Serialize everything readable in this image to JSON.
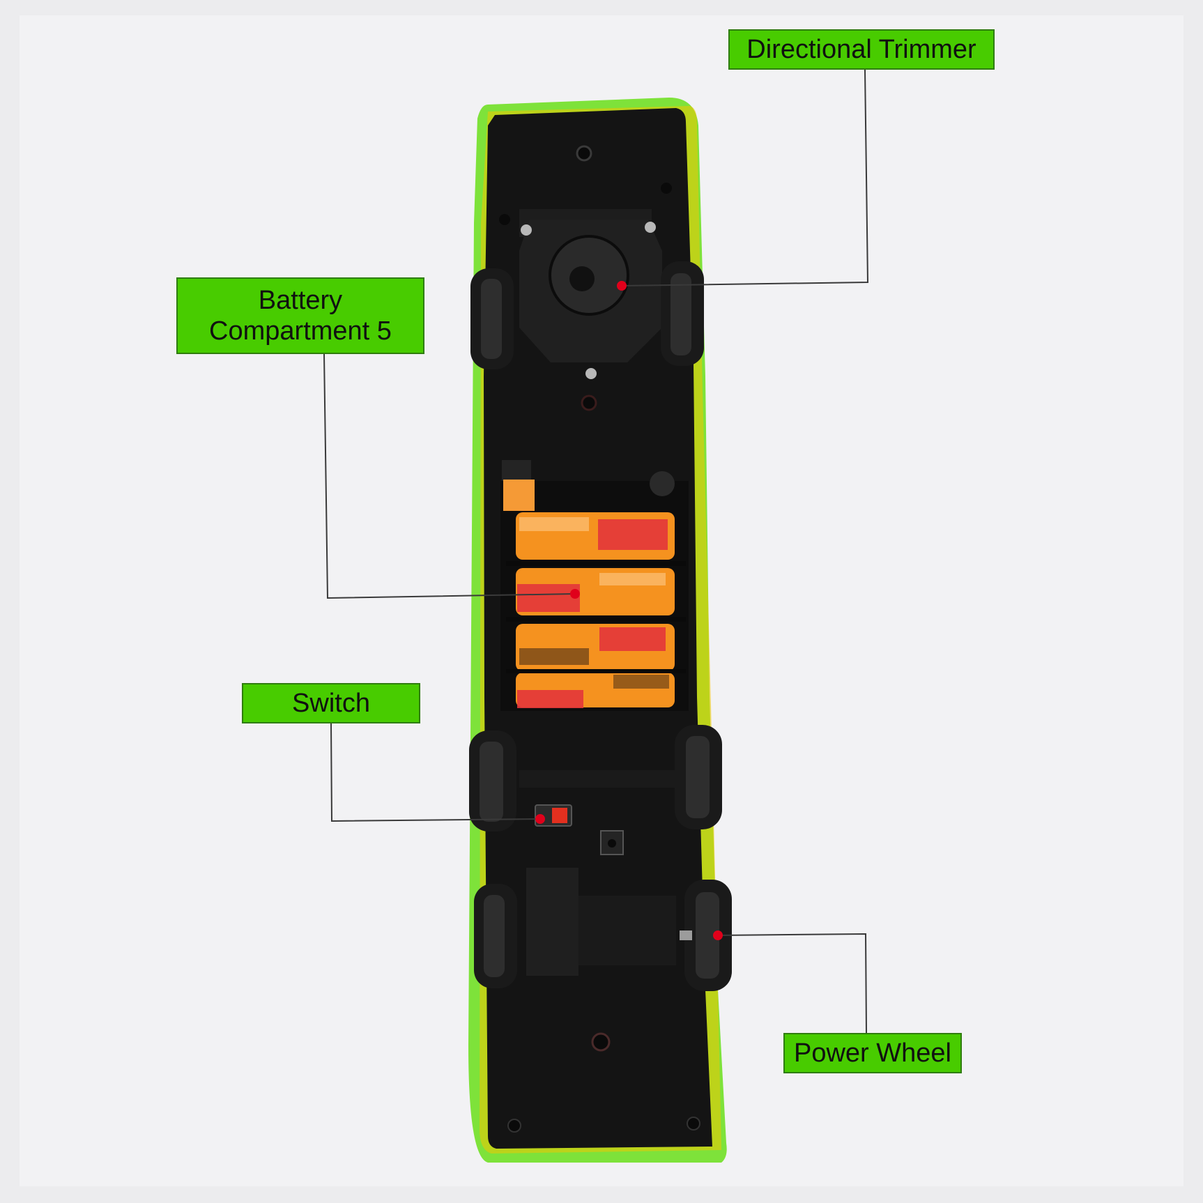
{
  "labels": {
    "trimmer": "Directional Trimmer",
    "battery": [
      "Battery",
      "Compartment 5"
    ],
    "switch": "Switch",
    "wheel": "Power Wheel"
  },
  "colors": {
    "background": "#ececee",
    "label_fill": "#48cc00",
    "leader_line": "#3a3a3a",
    "marker_dot": "#e0001b",
    "chassis": "#141414",
    "body_trim": "#7ee23a",
    "battery_orange": "#f5921f",
    "switch_red": "#e3301f"
  },
  "icons": [
    "switch-icon",
    "power-wheel-icon",
    "battery-icon"
  ]
}
